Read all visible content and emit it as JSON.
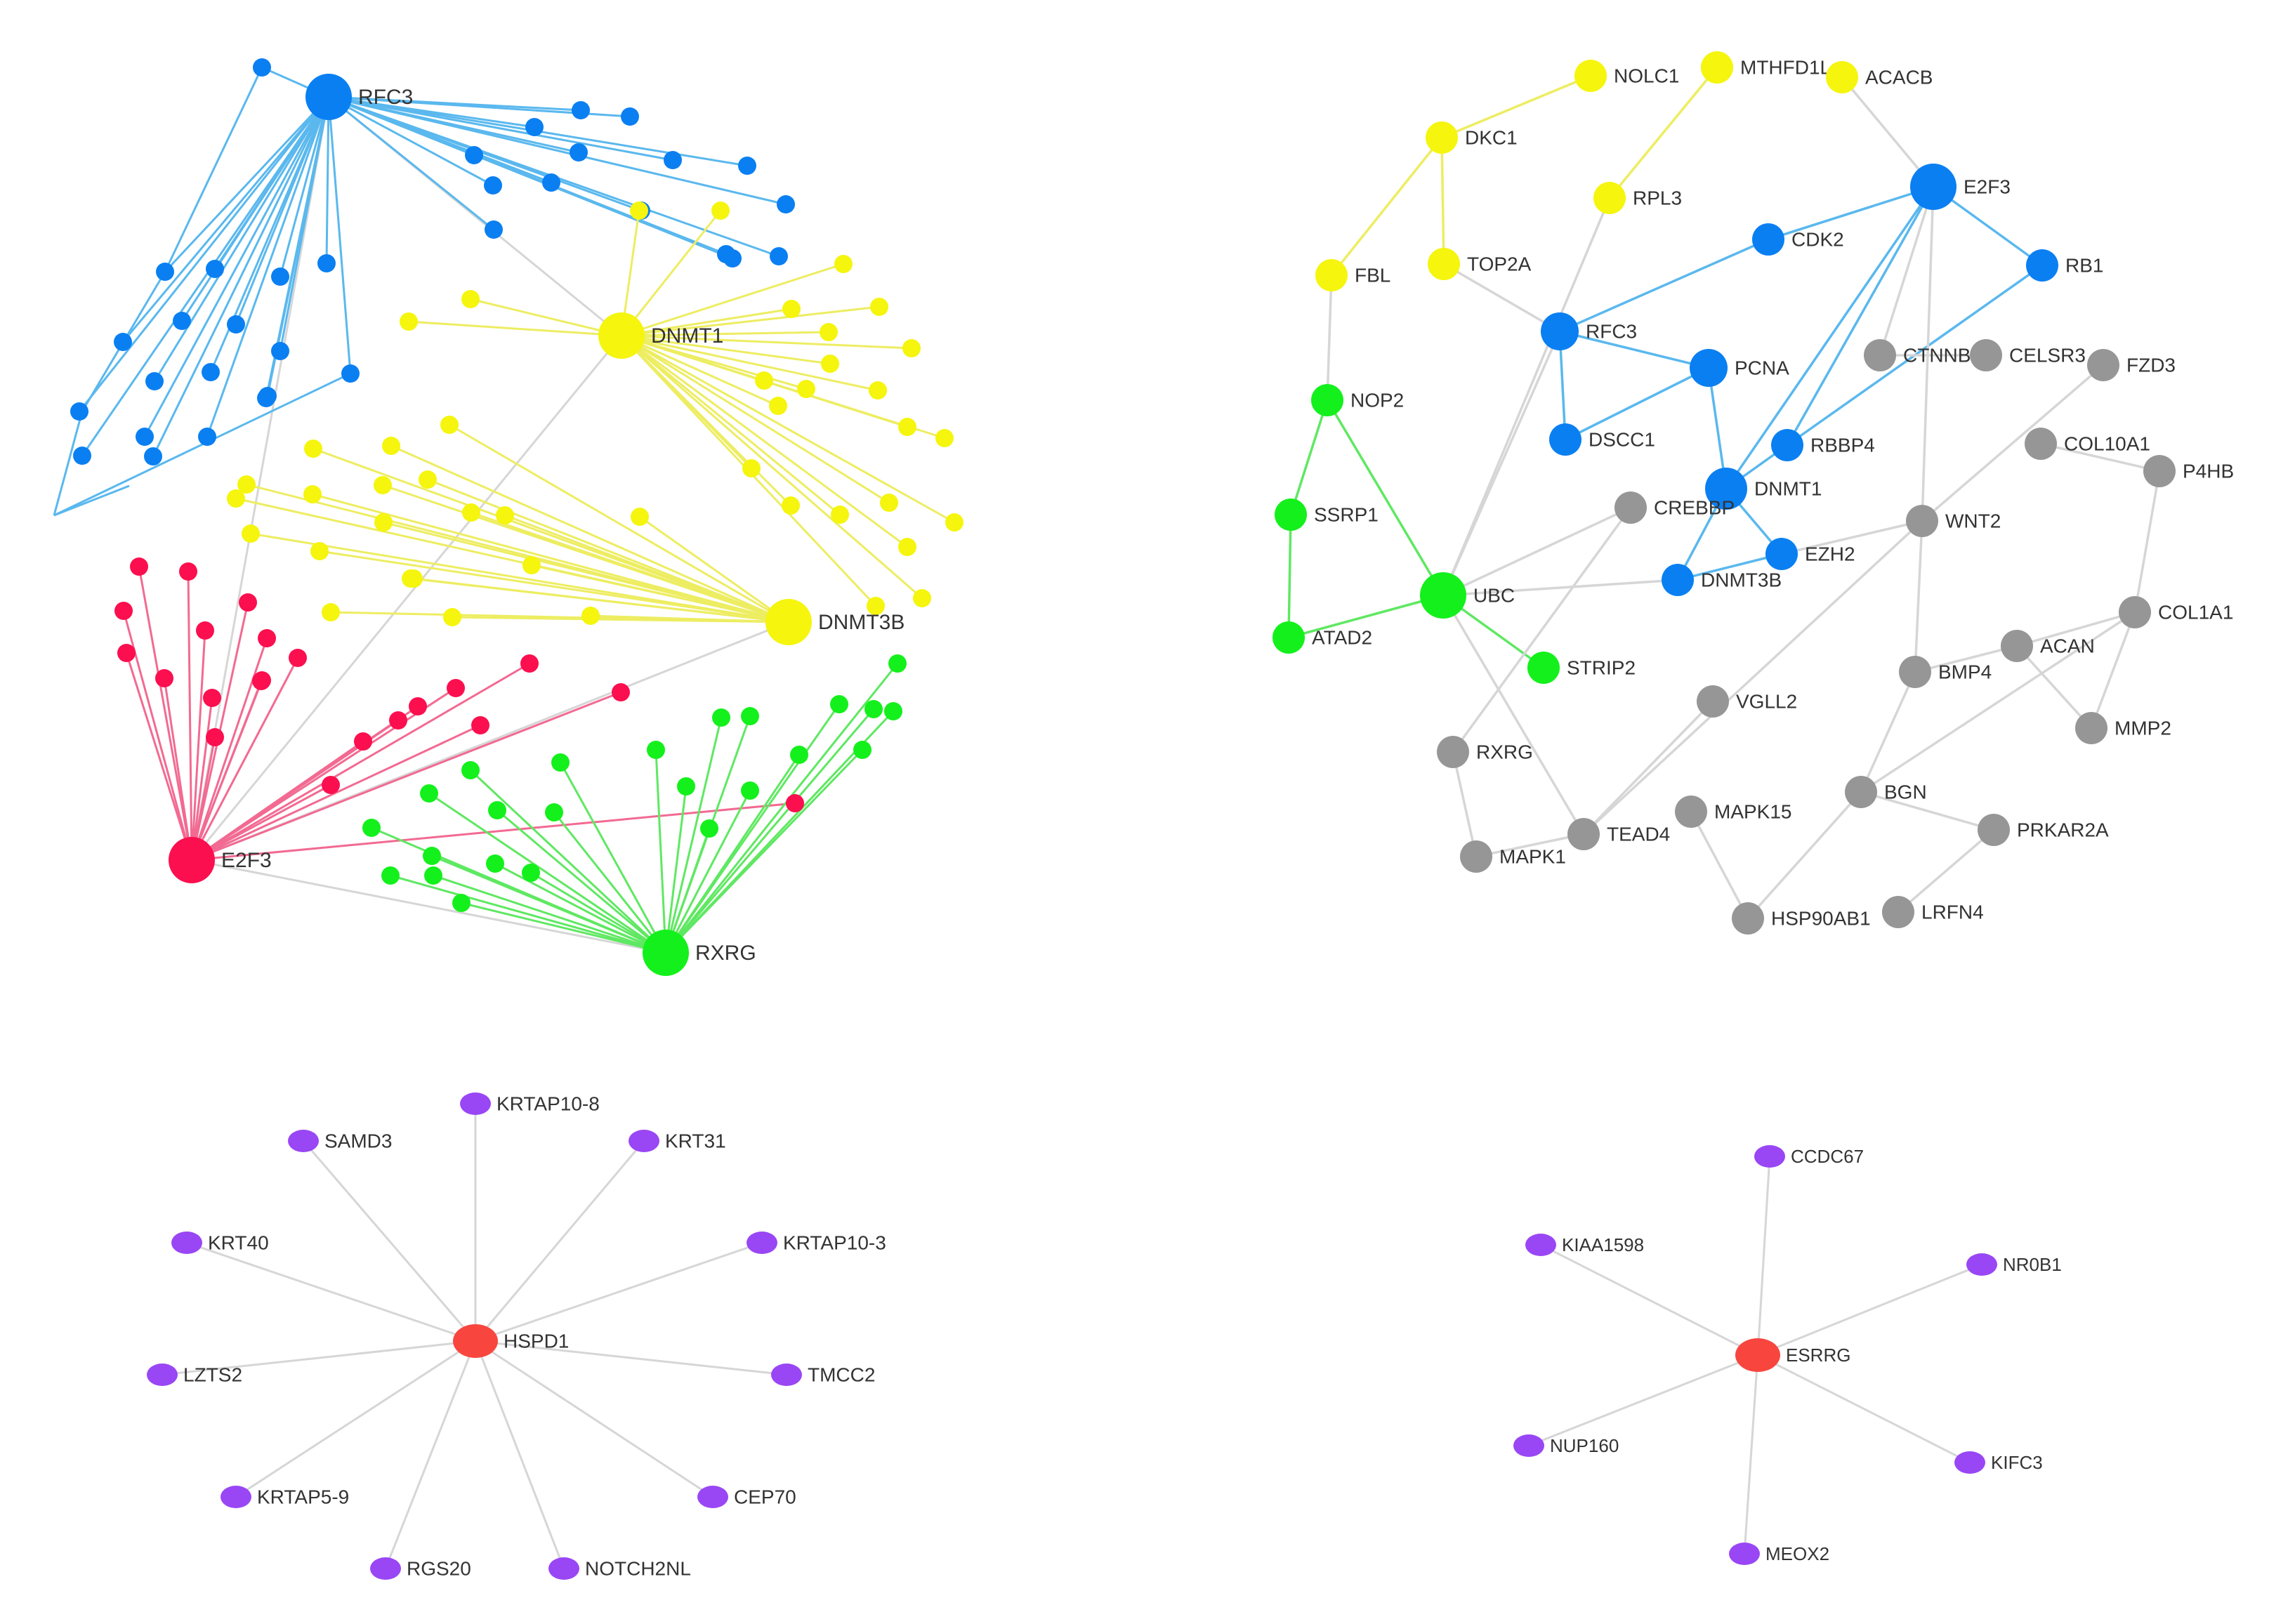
{
  "colors": {
    "blue": "#0a7ff2",
    "blue_edge": "#5ab8ee",
    "yellow": "#f5f50e",
    "yellow_edge": "#eded62",
    "red": "#fb0f4f",
    "red_edge": "#f26a92",
    "green": "#14f01c",
    "green_edge": "#5fe862",
    "gray": "#969696",
    "gray_edge": "#d6d6d6",
    "purple": "#9946f5",
    "hub_red": "#f8463f"
  },
  "networks": {
    "cluster_hubs": {
      "hubs": [
        {
          "id": "RFC3",
          "label": "RFC3",
          "color": "blue"
        },
        {
          "id": "DNMT1",
          "label": "DNMT1",
          "color": "yellow"
        },
        {
          "id": "DNMT3B",
          "label": "DNMT3B",
          "color": "yellow"
        },
        {
          "id": "E2F3",
          "label": "E2F3",
          "color": "red"
        },
        {
          "id": "RXRG",
          "label": "RXRG",
          "color": "green"
        }
      ],
      "hub_links": [
        [
          "RFC3",
          "DNMT1"
        ],
        [
          "DNMT1",
          "E2F3"
        ],
        [
          "DNMT3B",
          "E2F3"
        ],
        [
          "E2F3",
          "RXRG"
        ],
        [
          "RFC3",
          "E2F3"
        ]
      ],
      "satellites": [
        {
          "hub": "RFC3",
          "color": "blue",
          "count": 34
        },
        {
          "hub": "DNMT1",
          "color": "yellow",
          "count": 24
        },
        {
          "hub": "DNMT3B",
          "color": "yellow",
          "count": 20
        },
        {
          "hub": "E2F3",
          "color": "red",
          "count": 22
        },
        {
          "hub": "RXRG",
          "color": "green",
          "count": 24
        }
      ]
    },
    "ppi": {
      "nodes": [
        {
          "id": "NOLC1",
          "label": "NOLC1",
          "color": "yellow"
        },
        {
          "id": "MTHFD1L",
          "label": "MTHFD1L",
          "color": "yellow"
        },
        {
          "id": "ACACB",
          "label": "ACACB",
          "color": "yellow"
        },
        {
          "id": "DKC1",
          "label": "DKC1",
          "color": "yellow"
        },
        {
          "id": "RPL3",
          "label": "RPL3",
          "color": "yellow"
        },
        {
          "id": "TOP2A",
          "label": "TOP2A",
          "color": "yellow"
        },
        {
          "id": "FBL",
          "label": "FBL",
          "color": "yellow"
        },
        {
          "id": "E2F3",
          "label": "E2F3",
          "color": "blue"
        },
        {
          "id": "CDK2",
          "label": "CDK2",
          "color": "blue"
        },
        {
          "id": "RB1",
          "label": "RB1",
          "color": "blue"
        },
        {
          "id": "RFC3",
          "label": "RFC3",
          "color": "blue"
        },
        {
          "id": "PCNA",
          "label": "PCNA",
          "color": "blue"
        },
        {
          "id": "DSCC1",
          "label": "DSCC1",
          "color": "blue"
        },
        {
          "id": "RBBP4",
          "label": "RBBP4",
          "color": "blue"
        },
        {
          "id": "DNMT1",
          "label": "DNMT1",
          "color": "blue"
        },
        {
          "id": "EZH2",
          "label": "EZH2",
          "color": "blue"
        },
        {
          "id": "DNMT3B",
          "label": "DNMT3B",
          "color": "blue"
        },
        {
          "id": "NOP2",
          "label": "NOP2",
          "color": "green"
        },
        {
          "id": "SSRP1",
          "label": "SSRP1",
          "color": "green"
        },
        {
          "id": "ATAD2",
          "label": "ATAD2",
          "color": "green"
        },
        {
          "id": "UBC",
          "label": "UBC",
          "color": "green"
        },
        {
          "id": "STRIP2",
          "label": "STRIP2",
          "color": "green"
        },
        {
          "id": "CTNNB1",
          "label": "CTNNB1",
          "color": "gray"
        },
        {
          "id": "CELSR3",
          "label": "CELSR3",
          "color": "gray"
        },
        {
          "id": "FZD3",
          "label": "FZD3",
          "color": "gray"
        },
        {
          "id": "COL10A1",
          "label": "COL10A1",
          "color": "gray"
        },
        {
          "id": "P4HB",
          "label": "P4HB",
          "color": "gray"
        },
        {
          "id": "CREBBP",
          "label": "CREBBP",
          "color": "gray"
        },
        {
          "id": "WNT2",
          "label": "WNT2",
          "color": "gray"
        },
        {
          "id": "COL1A1",
          "label": "COL1A1",
          "color": "gray"
        },
        {
          "id": "ACAN",
          "label": "ACAN",
          "color": "gray"
        },
        {
          "id": "BMP4",
          "label": "BMP4",
          "color": "gray"
        },
        {
          "id": "MMP2",
          "label": "MMP2",
          "color": "gray"
        },
        {
          "id": "VGLL2",
          "label": "VGLL2",
          "color": "gray"
        },
        {
          "id": "RXRG",
          "label": "RXRG",
          "color": "gray"
        },
        {
          "id": "BGN",
          "label": "BGN",
          "color": "gray"
        },
        {
          "id": "MAPK15",
          "label": "MAPK15",
          "color": "gray"
        },
        {
          "id": "PRKAR2A",
          "label": "PRKAR2A",
          "color": "gray"
        },
        {
          "id": "TEAD4",
          "label": "TEAD4",
          "color": "gray"
        },
        {
          "id": "MAPK1",
          "label": "MAPK1",
          "color": "gray"
        },
        {
          "id": "HSP90AB1",
          "label": "HSP90AB1",
          "color": "gray"
        },
        {
          "id": "LRFN4",
          "label": "LRFN4",
          "color": "gray"
        }
      ],
      "edges": [
        [
          "NOLC1",
          "DKC1",
          "yellow"
        ],
        [
          "DKC1",
          "TOP2A",
          "yellow"
        ],
        [
          "DKC1",
          "FBL",
          "yellow"
        ],
        [
          "MTHFD1L",
          "RPL3",
          "yellow"
        ],
        [
          "ACACB",
          "E2F3",
          "gray"
        ],
        [
          "RPL3",
          "UBC",
          "gray"
        ],
        [
          "TOP2A",
          "RFC3",
          "gray"
        ],
        [
          "FBL",
          "NOP2",
          "gray"
        ],
        [
          "E2F3",
          "CDK2",
          "blue"
        ],
        [
          "E2F3",
          "RB1",
          "blue"
        ],
        [
          "E2F3",
          "RBBP4",
          "blue"
        ],
        [
          "E2F3",
          "DNMT1",
          "blue"
        ],
        [
          "CDK2",
          "RFC3",
          "blue"
        ],
        [
          "RFC3",
          "PCNA",
          "blue"
        ],
        [
          "RFC3",
          "DSCC1",
          "blue"
        ],
        [
          "PCNA",
          "DSCC1",
          "blue"
        ],
        [
          "PCNA",
          "DNMT1",
          "blue"
        ],
        [
          "RB1",
          "RBBP4",
          "blue"
        ],
        [
          "RBBP4",
          "DNMT1",
          "blue"
        ],
        [
          "DNMT1",
          "EZH2",
          "blue"
        ],
        [
          "DNMT1",
          "DNMT3B",
          "blue"
        ],
        [
          "DNMT3B",
          "EZH2",
          "blue"
        ],
        [
          "NOP2",
          "SSRP1",
          "green"
        ],
        [
          "SSRP1",
          "ATAD2",
          "green"
        ],
        [
          "NOP2",
          "UBC",
          "green"
        ],
        [
          "ATAD2",
          "UBC",
          "green"
        ],
        [
          "UBC",
          "STRIP2",
          "green"
        ],
        [
          "UBC",
          "DNMT3B",
          "gray"
        ],
        [
          "UBC",
          "RFC3",
          "gray"
        ],
        [
          "UBC",
          "CREBBP",
          "gray"
        ],
        [
          "UBC",
          "TEAD4",
          "gray"
        ],
        [
          "E2F3",
          "CTNNB1",
          "gray"
        ],
        [
          "E2F3",
          "WNT2",
          "gray"
        ],
        [
          "CTNNB1",
          "CELSR3",
          "gray"
        ],
        [
          "WNT2",
          "FZD3",
          "gray"
        ],
        [
          "CREBBP",
          "RXRG",
          "gray"
        ],
        [
          "RXRG",
          "MAPK1",
          "gray"
        ],
        [
          "MAPK1",
          "TEAD4",
          "gray"
        ],
        [
          "TEAD4",
          "VGLL2",
          "gray"
        ],
        [
          "TEAD4",
          "WNT2",
          "gray"
        ],
        [
          "WNT2",
          "BMP4",
          "gray"
        ],
        [
          "BMP4",
          "ACAN",
          "gray"
        ],
        [
          "ACAN",
          "COL1A1",
          "gray"
        ],
        [
          "ACAN",
          "MMP2",
          "gray"
        ],
        [
          "COL1A1",
          "MMP2",
          "gray"
        ],
        [
          "COL1A1",
          "P4HB",
          "gray"
        ],
        [
          "COL10A1",
          "P4HB",
          "gray"
        ],
        [
          "BMP4",
          "BGN",
          "gray"
        ],
        [
          "BGN",
          "COL1A1",
          "gray"
        ],
        [
          "BGN",
          "PRKAR2A",
          "gray"
        ],
        [
          "BGN",
          "HSP90AB1",
          "gray"
        ],
        [
          "MAPK15",
          "HSP90AB1",
          "gray"
        ],
        [
          "PRKAR2A",
          "LRFN4",
          "gray"
        ],
        [
          "EZH2",
          "WNT2",
          "gray"
        ]
      ]
    },
    "hspd1_star": {
      "center": {
        "id": "HSPD1",
        "label": "HSPD1"
      },
      "leaves": [
        "KRTAP10-8",
        "KRT31",
        "KRTAP10-3",
        "TMCC2",
        "CEP70",
        "NOTCH2NL",
        "RGS20",
        "KRTAP5-9",
        "LZTS2",
        "KRT40",
        "SAMD3"
      ]
    },
    "esrrg_star": {
      "center": {
        "id": "ESRRG",
        "label": "ESRRG"
      },
      "leaves": [
        "CCDC67",
        "NR0B1",
        "KIFC3",
        "MEOX2",
        "NUP160",
        "KIAA1598"
      ]
    }
  }
}
